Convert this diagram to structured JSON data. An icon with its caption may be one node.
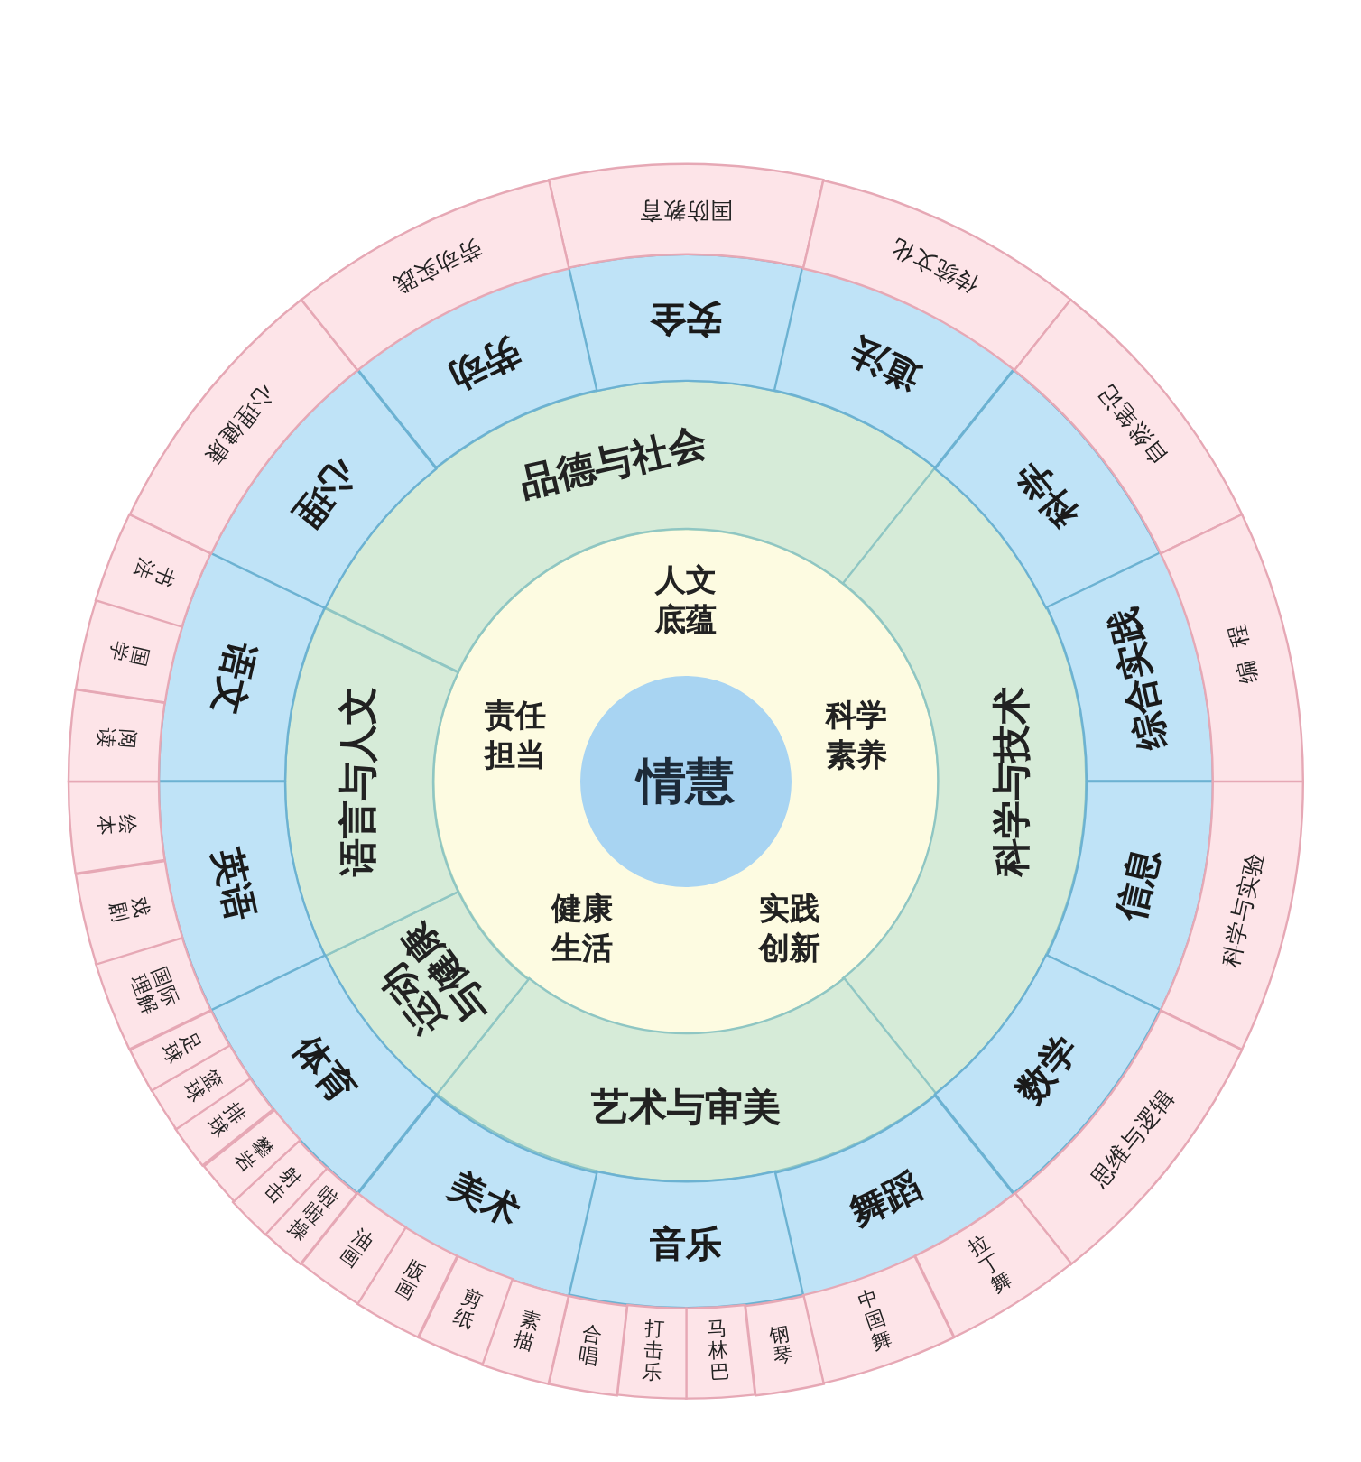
{
  "diagram": {
    "nodes": [
      {
        "text": [
          "人文底蕴",
          "责任担当",
          "科学素养",
          "健康生活",
          "实践创新"
        ]
      },
      {
        "text": [
          "情慧"
        ],
        "in": 0
      },
      {
        "text": [
          "品德与社会"
        ]
      },
      {
        "text": [
          "科学与技术"
        ]
      },
      {
        "text": [
          "艺术与审美"
        ]
      },
      {
        "text": [
          "运动与健康"
        ]
      },
      {
        "text": [
          "语言与人文"
        ]
      },
      {
        "text": [
          "安全"
        ]
      },
      {
        "text": [
          "道法"
        ]
      },
      {
        "text": [
          "科学"
        ]
      },
      {
        "text": [
          "综合实践"
        ]
      },
      {
        "text": [
          "信息"
        ]
      },
      {
        "text": [
          "数学"
        ]
      },
      {
        "text": [
          "舞蹈"
        ]
      },
      {
        "text": [
          "音乐"
        ]
      },
      {
        "text": [
          "美术"
        ]
      },
      {
        "text": [
          "体育"
        ]
      },
      {
        "text": [
          "英语"
        ]
      },
      {
        "text": [
          "语文"
        ]
      },
      {
        "text": [
          "心理"
        ]
      },
      {
        "text": [
          "劳动"
        ]
      },
      {
        "text": [
          "国防教育"
        ]
      },
      {
        "text": [
          "传统文化"
        ]
      },
      {
        "text": [
          "自然笔记"
        ]
      },
      {
        "text": [
          "编程"
        ]
      },
      {
        "text": [
          "科学与实验"
        ]
      },
      {
        "text": [
          "思维与逻辑"
        ]
      },
      {
        "text": [
          "拉丁舞"
        ]
      },
      {
        "text": [
          "中国舞"
        ]
      },
      {
        "text": [
          "钢琴"
        ]
      },
      {
        "text": [
          "马林巴"
        ]
      },
      {
        "text": [
          "打击乐"
        ]
      },
      {
        "text": [
          "合唱"
        ]
      },
      {
        "text": [
          "素描"
        ]
      },
      {
        "text": [
          "剪纸"
        ]
      },
      {
        "text": [
          "版画"
        ]
      },
      {
        "text": [
          "油画"
        ]
      },
      {
        "text": [
          "啦啦操"
        ]
      },
      {
        "text": [
          "射击"
        ]
      },
      {
        "text": [
          "攀岩"
        ]
      },
      {
        "text": [
          "排球"
        ]
      },
      {
        "text": [
          "篮球"
        ]
      },
      {
        "text": [
          "足球"
        ]
      },
      {
        "text": [
          "国际理解"
        ]
      },
      {
        "text": [
          "戏剧"
        ]
      },
      {
        "text": [
          "绘本"
        ]
      },
      {
        "text": [
          "阅读"
        ]
      },
      {
        "text": [
          "国学"
        ]
      },
      {
        "text": [
          "书法"
        ]
      },
      {
        "text": [
          "心理健康"
        ]
      },
      {
        "text": [
          "劳动实践"
        ]
      }
    ]
  }
}
